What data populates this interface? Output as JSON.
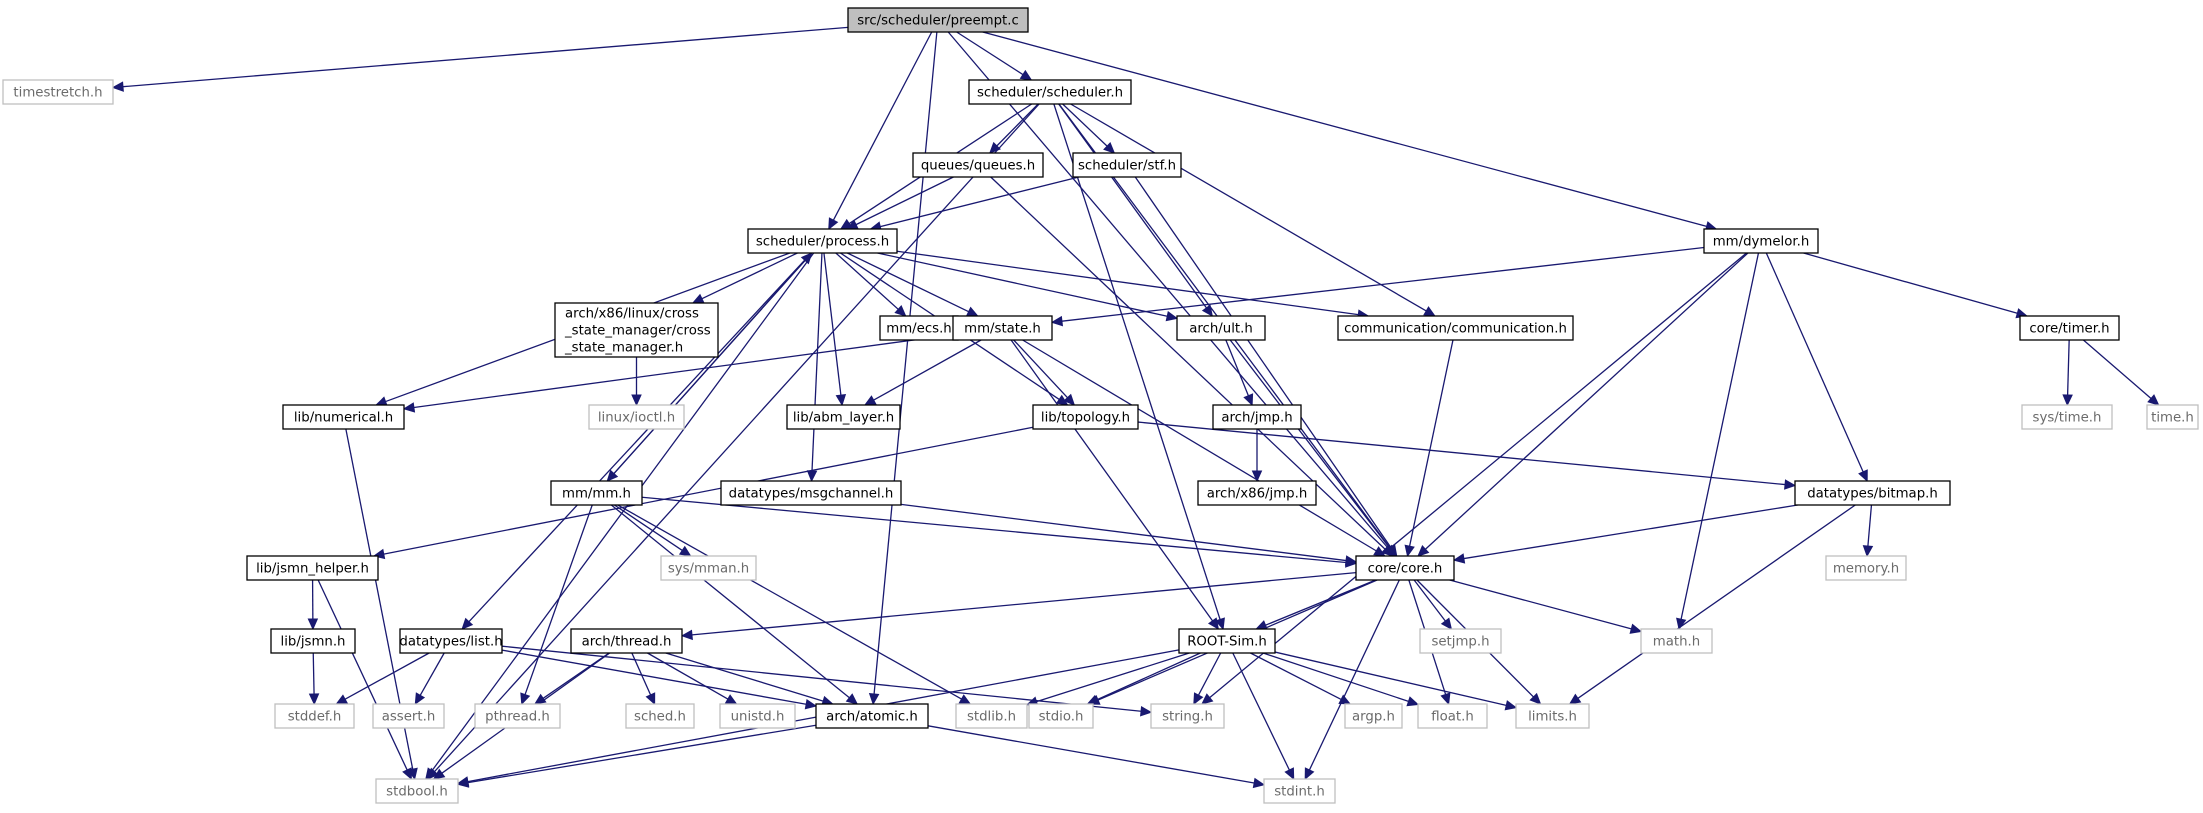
{
  "title": "src/scheduler/preempt.c",
  "nodes": [
    {
      "id": "preempt",
      "label": "src/scheduler/preempt.c",
      "kind": "root"
    },
    {
      "id": "timestretch",
      "label": "timestretch.h",
      "kind": "system"
    },
    {
      "id": "scheduler_h",
      "label": "scheduler/scheduler.h",
      "kind": "local"
    },
    {
      "id": "queues",
      "label": "queues/queues.h",
      "kind": "local"
    },
    {
      "id": "stf",
      "label": "scheduler/stf.h",
      "kind": "local"
    },
    {
      "id": "process",
      "label": "scheduler/process.h",
      "kind": "local"
    },
    {
      "id": "dymelor",
      "label": "mm/dymelor.h",
      "kind": "local"
    },
    {
      "id": "cross",
      "label": "arch/x86/linux/cross\n_state_manager/cross\n_state_manager.h",
      "kind": "local"
    },
    {
      "id": "ecs",
      "label": "mm/ecs.h",
      "kind": "local"
    },
    {
      "id": "state",
      "label": "mm/state.h",
      "kind": "local"
    },
    {
      "id": "ult",
      "label": "arch/ult.h",
      "kind": "local"
    },
    {
      "id": "comm",
      "label": "communication/communication.h",
      "kind": "local"
    },
    {
      "id": "timer",
      "label": "core/timer.h",
      "kind": "local"
    },
    {
      "id": "numerical",
      "label": "lib/numerical.h",
      "kind": "local"
    },
    {
      "id": "ioctl",
      "label": "linux/ioctl.h",
      "kind": "system"
    },
    {
      "id": "abm",
      "label": "lib/abm_layer.h",
      "kind": "local"
    },
    {
      "id": "topology",
      "label": "lib/topology.h",
      "kind": "local"
    },
    {
      "id": "jmp",
      "label": "arch/jmp.h",
      "kind": "local"
    },
    {
      "id": "systime",
      "label": "sys/time.h",
      "kind": "system"
    },
    {
      "id": "time",
      "label": "time.h",
      "kind": "system"
    },
    {
      "id": "mmh",
      "label": "mm/mm.h",
      "kind": "local"
    },
    {
      "id": "msgchannel",
      "label": "datatypes/msgchannel.h",
      "kind": "local"
    },
    {
      "id": "x86jmp",
      "label": "arch/x86/jmp.h",
      "kind": "local"
    },
    {
      "id": "bitmap",
      "label": "datatypes/bitmap.h",
      "kind": "local"
    },
    {
      "id": "jsmn_helper",
      "label": "lib/jsmn_helper.h",
      "kind": "local"
    },
    {
      "id": "mman",
      "label": "sys/mman.h",
      "kind": "system"
    },
    {
      "id": "core",
      "label": "core/core.h",
      "kind": "local"
    },
    {
      "id": "memory",
      "label": "memory.h",
      "kind": "system"
    },
    {
      "id": "jsmn",
      "label": "lib/jsmn.h",
      "kind": "local"
    },
    {
      "id": "list",
      "label": "datatypes/list.h",
      "kind": "local"
    },
    {
      "id": "thread",
      "label": "arch/thread.h",
      "kind": "local"
    },
    {
      "id": "rootsim",
      "label": "ROOT-Sim.h",
      "kind": "local"
    },
    {
      "id": "setjmp",
      "label": "setjmp.h",
      "kind": "system"
    },
    {
      "id": "math",
      "label": "math.h",
      "kind": "system"
    },
    {
      "id": "stddef",
      "label": "stddef.h",
      "kind": "system"
    },
    {
      "id": "assert",
      "label": "assert.h",
      "kind": "system"
    },
    {
      "id": "pthread",
      "label": "pthread.h",
      "kind": "system"
    },
    {
      "id": "sched",
      "label": "sched.h",
      "kind": "system"
    },
    {
      "id": "unistd",
      "label": "unistd.h",
      "kind": "system"
    },
    {
      "id": "atomic",
      "label": "arch/atomic.h",
      "kind": "local"
    },
    {
      "id": "stdlib",
      "label": "stdlib.h",
      "kind": "system"
    },
    {
      "id": "stdio",
      "label": "stdio.h",
      "kind": "system"
    },
    {
      "id": "string",
      "label": "string.h",
      "kind": "system"
    },
    {
      "id": "argp",
      "label": "argp.h",
      "kind": "system"
    },
    {
      "id": "float",
      "label": "float.h",
      "kind": "system"
    },
    {
      "id": "limits",
      "label": "limits.h",
      "kind": "system"
    },
    {
      "id": "stdbool",
      "label": "stdbool.h",
      "kind": "system"
    },
    {
      "id": "stdint",
      "label": "stdint.h",
      "kind": "system"
    }
  ],
  "edges": [
    [
      "preempt",
      "timestretch"
    ],
    [
      "preempt",
      "scheduler_h"
    ],
    [
      "preempt",
      "process"
    ],
    [
      "preempt",
      "dymelor"
    ],
    [
      "preempt",
      "core"
    ],
    [
      "preempt",
      "atomic"
    ],
    [
      "scheduler_h",
      "queues"
    ],
    [
      "scheduler_h",
      "stf"
    ],
    [
      "scheduler_h",
      "process"
    ],
    [
      "scheduler_h",
      "ult"
    ],
    [
      "scheduler_h",
      "comm"
    ],
    [
      "scheduler_h",
      "core"
    ],
    [
      "scheduler_h",
      "rootsim"
    ],
    [
      "scheduler_h",
      "stdbool"
    ],
    [
      "queues",
      "process"
    ],
    [
      "queues",
      "core"
    ],
    [
      "stf",
      "process"
    ],
    [
      "stf",
      "core"
    ],
    [
      "process",
      "cross"
    ],
    [
      "process",
      "ecs"
    ],
    [
      "process",
      "state"
    ],
    [
      "process",
      "ult"
    ],
    [
      "process",
      "comm"
    ],
    [
      "process",
      "numerical"
    ],
    [
      "process",
      "abm"
    ],
    [
      "process",
      "topology"
    ],
    [
      "process",
      "mmh"
    ],
    [
      "process",
      "msgchannel"
    ],
    [
      "process",
      "list"
    ],
    [
      "process",
      "stdbool"
    ],
    [
      "dymelor",
      "state"
    ],
    [
      "dymelor",
      "timer"
    ],
    [
      "dymelor",
      "core"
    ],
    [
      "dymelor",
      "bitmap"
    ],
    [
      "dymelor",
      "math"
    ],
    [
      "dymelor",
      "string"
    ],
    [
      "cross",
      "ioctl"
    ],
    [
      "state",
      "numerical"
    ],
    [
      "state",
      "abm"
    ],
    [
      "state",
      "topology"
    ],
    [
      "state",
      "core"
    ],
    [
      "state",
      "rootsim"
    ],
    [
      "ult",
      "jmp"
    ],
    [
      "ult",
      "core"
    ],
    [
      "comm",
      "core"
    ],
    [
      "timer",
      "systime"
    ],
    [
      "timer",
      "time"
    ],
    [
      "numerical",
      "stdbool"
    ],
    [
      "topology",
      "jsmn_helper"
    ],
    [
      "topology",
      "bitmap"
    ],
    [
      "jmp",
      "x86jmp"
    ],
    [
      "mmh",
      "process"
    ],
    [
      "mmh",
      "mman"
    ],
    [
      "mmh",
      "core"
    ],
    [
      "mmh",
      "pthread"
    ],
    [
      "mmh",
      "atomic"
    ],
    [
      "mmh",
      "stdlib"
    ],
    [
      "msgchannel",
      "core"
    ],
    [
      "bitmap",
      "core"
    ],
    [
      "bitmap",
      "memory"
    ],
    [
      "bitmap",
      "limits"
    ],
    [
      "jsmn_helper",
      "jsmn"
    ],
    [
      "jsmn_helper",
      "stdbool"
    ],
    [
      "jsmn",
      "stddef"
    ],
    [
      "core",
      "thread"
    ],
    [
      "core",
      "rootsim"
    ],
    [
      "core",
      "setjmp"
    ],
    [
      "core",
      "math"
    ],
    [
      "core",
      "stdio"
    ],
    [
      "core",
      "float"
    ],
    [
      "core",
      "limits"
    ],
    [
      "core",
      "stdint"
    ],
    [
      "list",
      "stddef"
    ],
    [
      "list",
      "assert"
    ],
    [
      "list",
      "atomic"
    ],
    [
      "list",
      "string"
    ],
    [
      "thread",
      "pthread"
    ],
    [
      "thread",
      "sched"
    ],
    [
      "thread",
      "unistd"
    ],
    [
      "thread",
      "atomic"
    ],
    [
      "thread",
      "stdbool"
    ],
    [
      "rootsim",
      "stdlib"
    ],
    [
      "rootsim",
      "stdio"
    ],
    [
      "rootsim",
      "string"
    ],
    [
      "rootsim",
      "argp"
    ],
    [
      "rootsim",
      "float"
    ],
    [
      "rootsim",
      "limits"
    ],
    [
      "rootsim",
      "stdbool"
    ],
    [
      "rootsim",
      "stdint"
    ],
    [
      "atomic",
      "stdbool"
    ],
    [
      "atomic",
      "stdint"
    ]
  ]
}
